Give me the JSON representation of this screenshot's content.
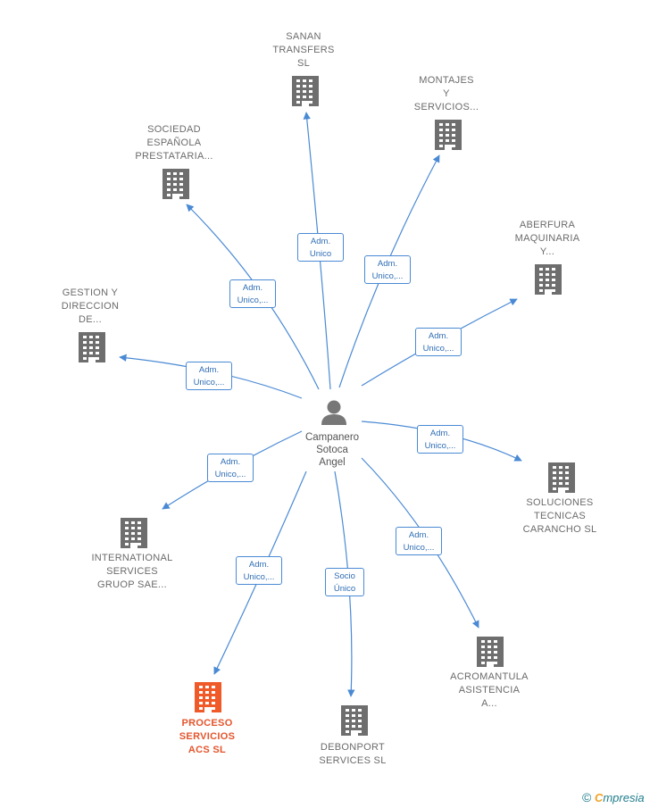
{
  "colors": {
    "edge": "#4a8ad4",
    "building": "#6e6e6e",
    "highlight": "#f05a28",
    "person": "#777777"
  },
  "person": {
    "name_lines": [
      "Campanero",
      "Sotoca",
      "Angel"
    ],
    "icon": "person-icon"
  },
  "companies": [
    {
      "id": "sanan-transfers",
      "lines": [
        "SANAN",
        "TRANSFERS",
        "SL"
      ],
      "edge_label": [
        "Adm.",
        "Unico"
      ]
    },
    {
      "id": "montajes-y-servicios",
      "lines": [
        "MONTAJES",
        "Y",
        "SERVICIOS..."
      ],
      "edge_label": [
        "Adm.",
        "Unico,..."
      ]
    },
    {
      "id": "sociedad-espanola-prestataria",
      "lines": [
        "SOCIEDAD",
        "ESPAÑOLA",
        "PRESTATARIA..."
      ],
      "edge_label": [
        "Adm.",
        "Unico,..."
      ]
    },
    {
      "id": "aberfura-maquinaria",
      "lines": [
        "ABERFURA",
        "MAQUINARIA",
        "Y..."
      ],
      "edge_label": [
        "Adm.",
        "Unico,..."
      ]
    },
    {
      "id": "gestion-y-direccion",
      "lines": [
        "GESTION Y",
        "DIRECCION",
        "DE..."
      ],
      "edge_label": [
        "Adm.",
        "Unico,..."
      ]
    },
    {
      "id": "soluciones-tecnicas-carancho",
      "lines": [
        "SOLUCIONES",
        "TECNICAS",
        "CARANCHO  SL"
      ],
      "edge_label": [
        "Adm.",
        "Unico,..."
      ]
    },
    {
      "id": "international-services-gruop",
      "lines": [
        "INTERNATIONAL",
        "SERVICES",
        "GRUOP SAE..."
      ],
      "edge_label": [
        "Adm.",
        "Unico,..."
      ]
    },
    {
      "id": "acromantula-asistencia",
      "lines": [
        "ACROMANTULA",
        "ASISTENCIA",
        "A..."
      ],
      "edge_label": [
        "Adm.",
        "Unico,..."
      ]
    },
    {
      "id": "proceso-servicios-acs",
      "lines": [
        "PROCESO",
        "SERVICIOS",
        "ACS  SL"
      ],
      "edge_label": [
        "Adm.",
        "Unico,..."
      ],
      "highlight": true
    },
    {
      "id": "debonport-services",
      "lines": [
        "DEBONPORT",
        "SERVICES SL"
      ],
      "edge_label": [
        "Socio",
        "Único"
      ]
    }
  ],
  "footer": {
    "copyright": "©",
    "brand_first": "C",
    "brand_rest": "mpresia"
  }
}
